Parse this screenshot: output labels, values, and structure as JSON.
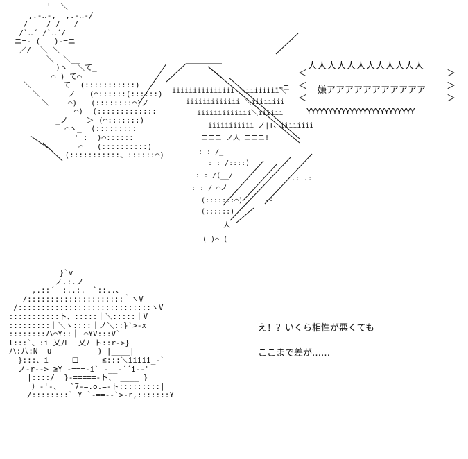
{
  "ascii_art_top": "        '  ＼\n    ,.-‥-,  ,.-‥-/\n   /    / / __/\n  /`‥´ /`‥´/\n ニ=- (   )-=ニ\n  ／/  ＼ ＼\n        ＼  ＼__\n          )ヽ  ＼て_\n         ⌒ ) て⌒\n   ＼       て  (:::::::::::)\n     ＼      ノ   (⌒::::::(::::::)\n       ＼    ⌒)   (::::::::⌒)ノ\n              ⌒)  (:::::::::::::\n          _ノ    ＞ (⌒:::::::)\n            ⌒ヽ_  (:::::::::\n              ' :  )⌒::::::\n               ⌒   (::::::::::)\n            (:::::::::::、::::::⌒)",
  "ascii_art_bottom": "            }`v\n           ノ.:.ノ\n      ,.::´￣:..:.￣`::..、\n    /:::::::::::::::::::::｀ヽV\n  /:::::::::::::::::::::::::::::ヽV\n :::::::::::ト、:::::｜＼:::::｜V\n :::::::::｜＼ヽ::::｜ノ＼::}`>-x\n ::::::::ハ⌒Y::｜ ⌒YV:::V`\n l:::`、:i 乂ﾉL  乂ﾉ ト::r->}\n ハ:八:N  u          ) |____|\n   }:::、i     ロ     ≦:::＼iiiii_-`\n   ノ-r--> ≧Y -===-i` -__-´´i--\"\n     |::::/  }-=====-ト、 ____ }\n      ）-'-、  `7-=.o.=-ト:::::::::|\n     /::::::::` Y_`-==--`>-r,:::::::Y",
  "bubble": {
    "text": "嫌アアアアアアアアアアア",
    "top_edge": "人人人人人人人人人人人人",
    "bottom_edge": "YYYYYYYYYYYYYYYYYYYYYYYYY",
    "left_edge": "＜\n＜\n＜",
    "right_edge": "＞\n＞\n＞"
  },
  "dialogue": {
    "line1": "え！？いくら相性が悪くても",
    "line2": "ここまで差が……"
  }
}
